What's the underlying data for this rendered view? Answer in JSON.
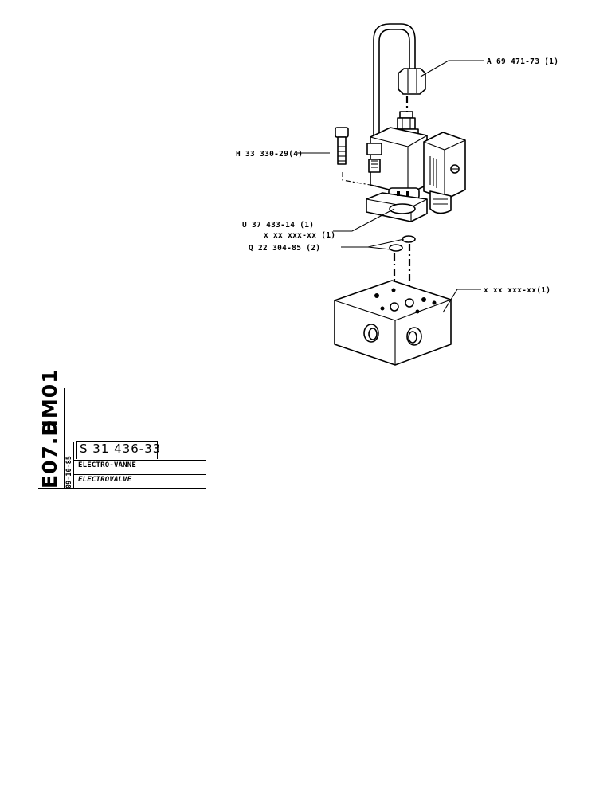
{
  "labels": {
    "connector": "A 69 471-73 (1)",
    "screw": "H 33 330-29(4)",
    "valve": "U 37 433-14 (1)",
    "valve_sub": "x xx xxx-xx (1)",
    "oring": "Q 22 304-85 (2)",
    "block": "x xx xxx-xx(1)"
  },
  "titleblock": {
    "code_top": "HM01",
    "code_bottom": "E07.D",
    "date": "09-10-85",
    "part_number": "S 31 436-33",
    "description_fr": "ELECTRO-VANNE",
    "description_en": "ELECTROVALVE"
  }
}
